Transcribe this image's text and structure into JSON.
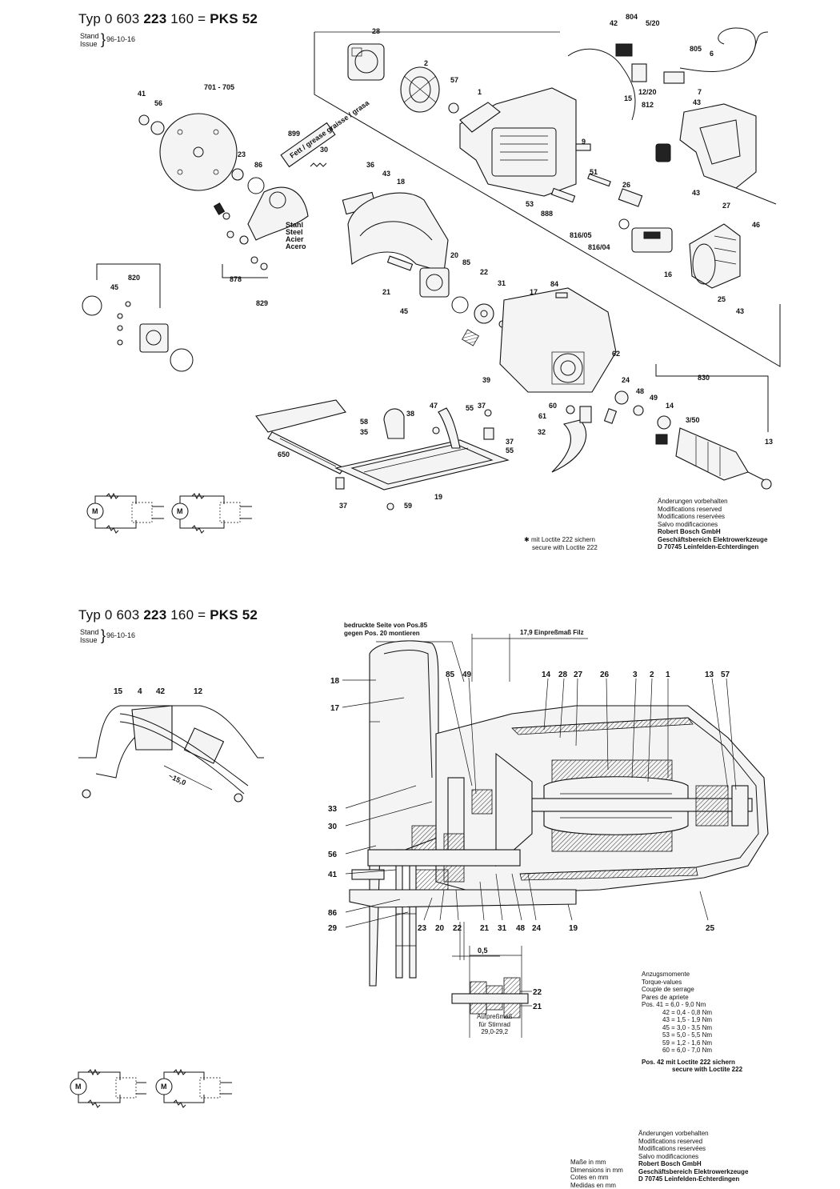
{
  "sheet1": {
    "title_prefix": "Typ 0 603 ",
    "title_bold": "223",
    "title_mid": " 160 = ",
    "title_model": "PKS 52",
    "stand_line1": "Stand",
    "stand_line2": "Issue",
    "stand_date": "96-10-16",
    "loctite_note_line1": "mit Loctite 222 sichern",
    "loctite_note_line2": "secure with Loctite 222",
    "modifications": [
      "Änderungen vorbehalten",
      "Modifications reserved",
      "Modifications reservées",
      "Salvo modificaciones"
    ],
    "company": [
      "Robert Bosch GmbH",
      "Geschäftsbereich Elektrowerkzeuge",
      "D 70745 Leinfelden-Echterdingen"
    ],
    "steel_label": [
      "Stahl",
      "Steel",
      "Acier",
      "Acero"
    ],
    "grease_label": "Fett / grease graisse / grasa",
    "part_labels": [
      "28",
      "2",
      "57",
      "1",
      "41",
      "56",
      "701 - 705",
      "23",
      "86",
      "899",
      "30",
      "36",
      "43",
      "18",
      "804",
      "5/20",
      "42",
      "805",
      "6",
      "7",
      "43",
      "12/20",
      "812",
      "15",
      "9",
      "51",
      "26",
      "53",
      "888",
      "43",
      "27",
      "46",
      "816/05",
      "816/04",
      "16",
      "25",
      "43",
      "20",
      "85",
      "22",
      "31",
      "21",
      "45",
      "17",
      "84",
      "62",
      "39",
      "830",
      "24",
      "48",
      "49",
      "14",
      "3/50",
      "13",
      "60",
      "61",
      "32",
      "47",
      "55",
      "37",
      "38",
      "58",
      "35",
      "37",
      "55",
      "650",
      "19",
      "37",
      "59",
      "820",
      "45",
      "829",
      "878"
    ]
  },
  "sheet2": {
    "title_prefix": "Typ 0 603 ",
    "title_bold": "223",
    "title_mid": " 160 = ",
    "title_model": "PKS 52",
    "stand_line1": "Stand",
    "stand_line2": "Issue",
    "stand_date": "96-10-16",
    "printed_side_note": [
      "bedruckte Seite von Pos.85",
      "gegen Pos. 20 montieren"
    ],
    "press_depth_note": "17,9 Einpreßmaß Filz",
    "dimension_small": "0,5",
    "dimension_150": "~15,0",
    "press_fit": [
      "Aufpreßmaß",
      "für Stirnrad",
      "29,0-29,2"
    ],
    "torque": {
      "titles": [
        "Anzugsmomente",
        "Torque-values",
        "Couple de serrage",
        "Pares de apriete"
      ],
      "rows": [
        "Pos. 41 = 6,0 - 9,0 Nm",
        "42 = 0,4 - 0,8 Nm",
        "43 = 1,5 - 1,9 Nm",
        "45 = 3,0 - 3,5 Nm",
        "53 = 5,0 - 5,5 Nm",
        "59 = 1,2 - 1,6 Nm",
        "60 = 6,0 - 7,0 Nm"
      ],
      "loctite": [
        "Pos. 42 mit Loctite 222 sichern",
        "secure with Loctite 222"
      ]
    },
    "units": [
      "Maße in mm",
      "Dimensions in mm",
      "Cotes en mm",
      "Medidas en mm"
    ],
    "modifications": [
      "Änderungen vorbehalten",
      "Modifications reserved",
      "Modifications reservées",
      "Salvo modificaciones"
    ],
    "company": [
      "Robert Bosch GmbH",
      "Geschäftsbereich Elektrowerkzeuge",
      "D 70745 Leinfelden-Echterdingen"
    ],
    "part_labels": [
      "18",
      "17",
      "85",
      "49",
      "14",
      "28",
      "27",
      "26",
      "3",
      "2",
      "1",
      "13",
      "57",
      "15",
      "4",
      "42",
      "12",
      "33",
      "30",
      "56",
      "41",
      "86",
      "29",
      "23",
      "20",
      "22",
      "21",
      "31",
      "48",
      "24",
      "19",
      "25",
      "22",
      "21"
    ]
  }
}
